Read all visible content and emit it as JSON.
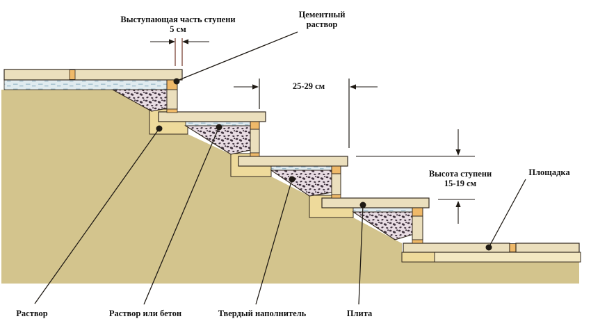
{
  "diagram": {
    "kind": "staircase-construction-cross-section",
    "language": "ru",
    "annotations": {
      "overhang": {
        "label": "Выступающая часть ступени",
        "value": "5 см"
      },
      "cement_mortar": {
        "line1": "Цементный",
        "line2": "раствор"
      },
      "tread_depth": {
        "value": "25-29 см"
      },
      "step_height": {
        "label": "Высота ступени",
        "value": "15-19 см"
      },
      "platform": {
        "label": "Площадка"
      },
      "mortar": {
        "label": "Раствор"
      },
      "mortar_or_concrete": {
        "label": "Раствор или бетон"
      },
      "hard_filler": {
        "label": "Твердый наполнитель"
      },
      "slab": {
        "label": "Плита"
      }
    },
    "dimensions": {
      "step_overhang": "5 см",
      "tread_depth": "25-29 см",
      "step_height": "15-19 см"
    },
    "steps_shown": 4,
    "has_platform": true
  },
  "colors": {
    "background": "#ffffff",
    "ground": "#d3c48d",
    "slab": "#ebdfbd",
    "slab_base": "#f3e8c2",
    "mortar_bed": "#eeda9b",
    "cement_joint": "#efb969",
    "mortar_layer": "#e0ebef",
    "mortar_dash": "#8fb2c3",
    "filler_bg": "#e8dce3",
    "filler_speck": "#413440",
    "outline": "#33291f",
    "line": "#1f1a14",
    "tick_red": "#7d4538",
    "text": "#111111"
  }
}
